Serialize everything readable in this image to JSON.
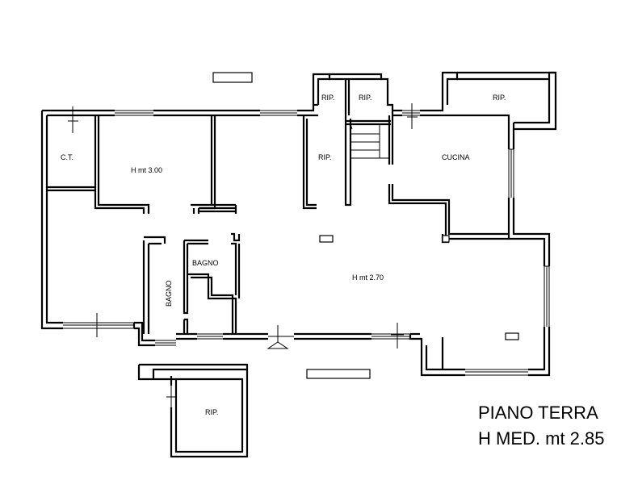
{
  "plan": {
    "title_line1": "PIANO TERRA",
    "title_line2": "H MED. mt 2.85",
    "rooms": {
      "ct": "C.T.",
      "room_height_left": "H mt 3.00",
      "rip_top_1": "RIP.",
      "rip_top_2": "RIP.",
      "rip_top_right": "RIP.",
      "rip_middle": "RIP.",
      "cucina": "CUCINA",
      "bagno_1": "BAGNO",
      "bagno_2": "BAGNO",
      "main_height": "H mt 2.70",
      "rip_bottom": "RIP."
    }
  }
}
